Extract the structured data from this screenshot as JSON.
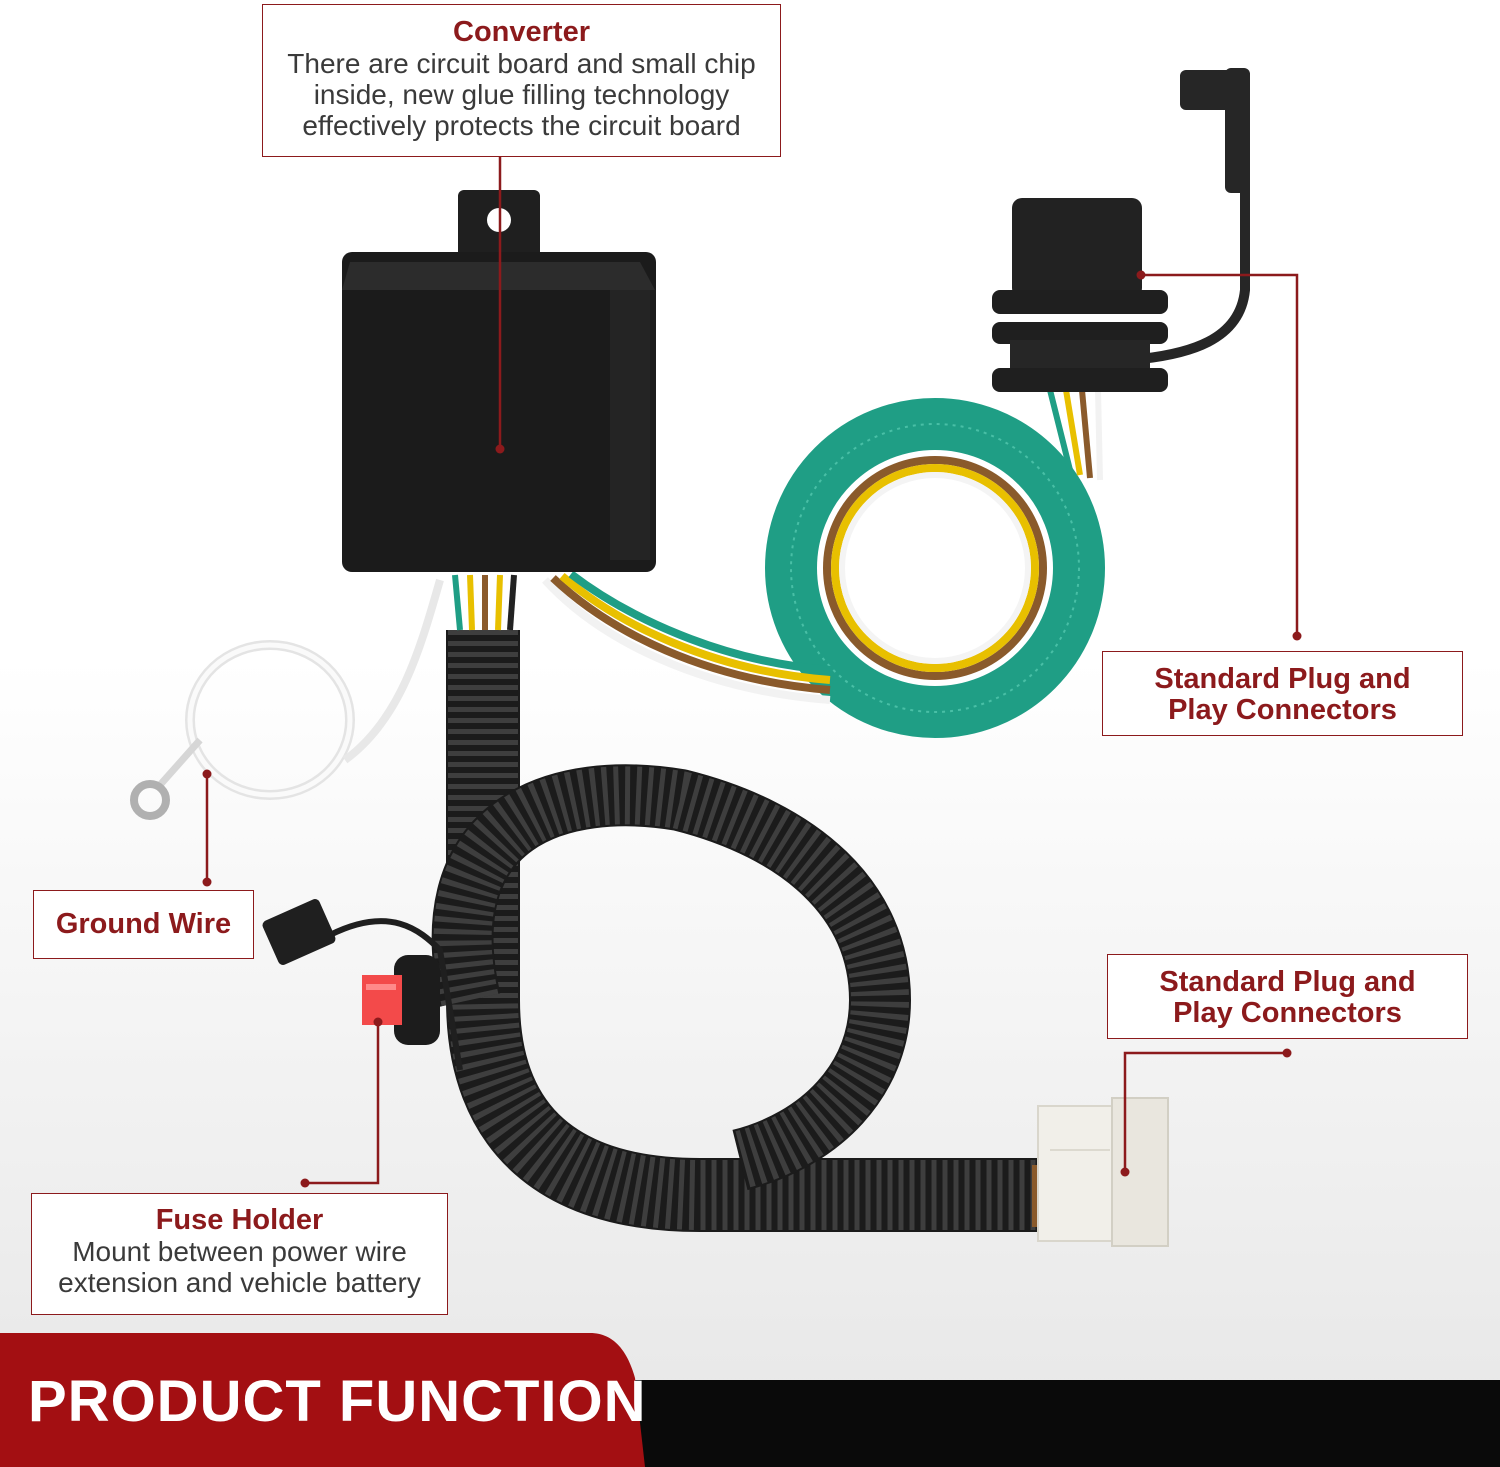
{
  "callouts": {
    "converter": {
      "title": "Converter",
      "lines": [
        "There are circuit board and small chip",
        "inside, new glue filling technology",
        "effectively protects the circuit board"
      ]
    },
    "plug_top": {
      "lines": [
        "Standard Plug and",
        "Play Connectors"
      ]
    },
    "plug_bottom": {
      "lines": [
        "Standard Plug and",
        "Play Connectors"
      ]
    },
    "ground": {
      "title": "Ground Wire"
    },
    "fuse": {
      "title": "Fuse Holder",
      "lines": [
        "Mount between power wire",
        "extension and vehicle battery"
      ]
    }
  },
  "banner": {
    "title": "PRODUCT FUNCTION"
  },
  "colors": {
    "accent": "#8c1a1c",
    "banner_red": "#a30f12",
    "banner_black": "#0a0a0a",
    "wire_green": "#1f9e85",
    "wire_yellow": "#e8c000",
    "wire_brown": "#8a5a2b",
    "wire_white": "#f2f2f2"
  }
}
